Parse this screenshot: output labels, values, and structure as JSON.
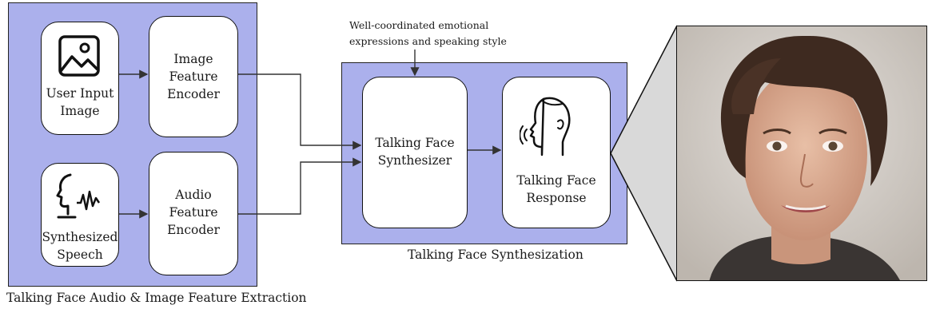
{
  "extraction": {
    "title": "Talking Face Audio & Image Feature Extraction",
    "user_input_label": "User Input\nImage",
    "image_encoder_label": "Image\nFeature\nEncoder",
    "speech_label": "Synthesized\nSpeech",
    "audio_encoder_label": "Audio\nFeature\nEncoder"
  },
  "synthesization": {
    "title": "Talking Face Synthesization",
    "note": "Well-coordinated emotional\nexpressions and speaking style",
    "synthesizer_label": "Talking Face\nSynthesizer",
    "response_label": "Talking Face\nResponse"
  },
  "icons": [
    "image-icon",
    "speaking-head-icon",
    "talking-face-icon"
  ],
  "colors": {
    "panel": "#abb0ec",
    "box": "#ffffff",
    "stroke": "#111111"
  }
}
